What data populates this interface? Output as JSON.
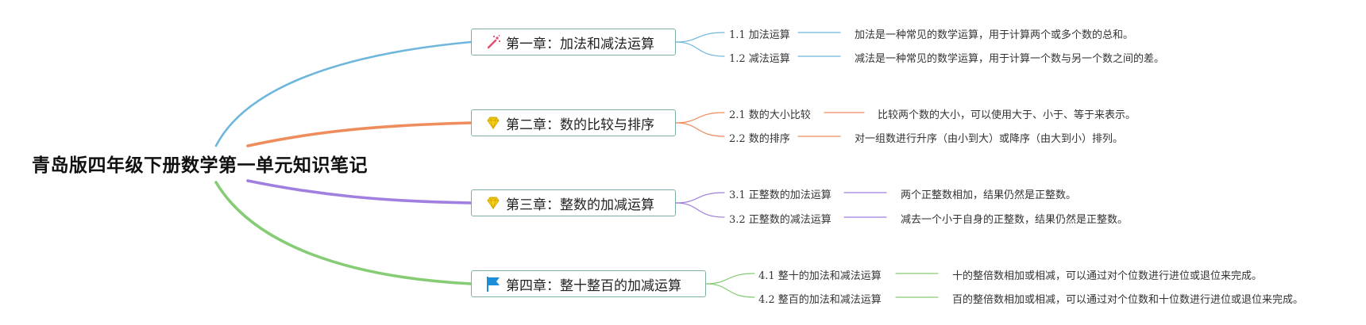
{
  "root": {
    "title": "青岛版四年级下册数学第一单元知识笔记"
  },
  "chapters": [
    {
      "title": "第一章：加法和减法运算",
      "icon": "magic-wand-icon",
      "color": "#6fb6dc",
      "topics": [
        {
          "label": "1.1 加法运算",
          "note": "加法是一种常见的数学运算，用于计算两个或多个数的总和。"
        },
        {
          "label": "1.2 减法运算",
          "note": "减法是一种常见的数学运算，用于计算一个数与另一个数之间的差。"
        }
      ]
    },
    {
      "title": "第二章：数的比较与排序",
      "icon": "diamond-icon",
      "color": "#ef8c5c",
      "topics": [
        {
          "label": "2.1 数的大小比较",
          "note": "比较两个数的大小，可以使用大于、小于、等于来表示。"
        },
        {
          "label": "2.2 数的排序",
          "note": "对一组数进行升序（由小到大）或降序（由大到小）排列。"
        }
      ]
    },
    {
      "title": "第三章：整数的加减运算",
      "icon": "diamond-icon",
      "color": "#a07fe0",
      "topics": [
        {
          "label": "3.1 正整数的加法运算",
          "note": "两个正整数相加，结果仍然是正整数。"
        },
        {
          "label": "3.2 正整数的减法运算",
          "note": "减去一个小于自身的正整数，结果仍然是正整数。"
        }
      ]
    },
    {
      "title": "第四章：整十整百的加减运算",
      "icon": "flag-icon",
      "color": "#86cc74",
      "topics": [
        {
          "label": "4.1 整十的加法和减法运算",
          "note": "十的整倍数相加或相减，可以通过对个位数进行进位或退位来完成。"
        },
        {
          "label": "4.2 整百的加法和减法运算",
          "note": "百的整倍数相加或相减，可以通过对个位数和十位数进行进位或退位来完成。"
        }
      ]
    }
  ]
}
